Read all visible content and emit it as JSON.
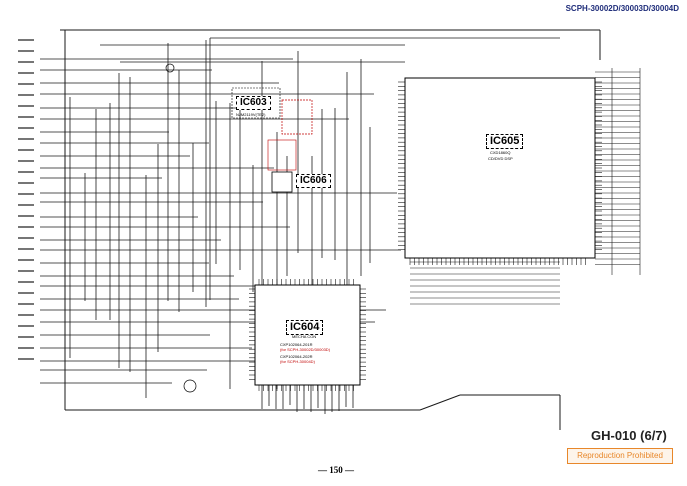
{
  "header": {
    "models": "SCPH-30002D/30003D/30004D"
  },
  "ics": [
    {
      "ref": "IC603",
      "part": "NJM2119V(TE2)"
    },
    {
      "ref": "IC605",
      "part": "CXD1860Q",
      "function": "CD/DVD DSP"
    },
    {
      "ref": "IC606",
      "part": ""
    },
    {
      "ref": "IC604",
      "part": "MECHA CON",
      "variants": [
        {
          "part": "CXP102064-201R",
          "note": "(for SCPH-30002D/30003D)"
        },
        {
          "part": "CXP102064-202R",
          "note": "(for SCPH-30004D)"
        }
      ]
    }
  ],
  "footer": {
    "board": "GH-010 (6/7)",
    "notice": "Reproduction Prohibited",
    "page": "— 150 —"
  },
  "colors": {
    "wire": "#1a1a1a",
    "highlight": "#c00000",
    "header": "#1f2d7a",
    "notice": "#e8872a"
  }
}
